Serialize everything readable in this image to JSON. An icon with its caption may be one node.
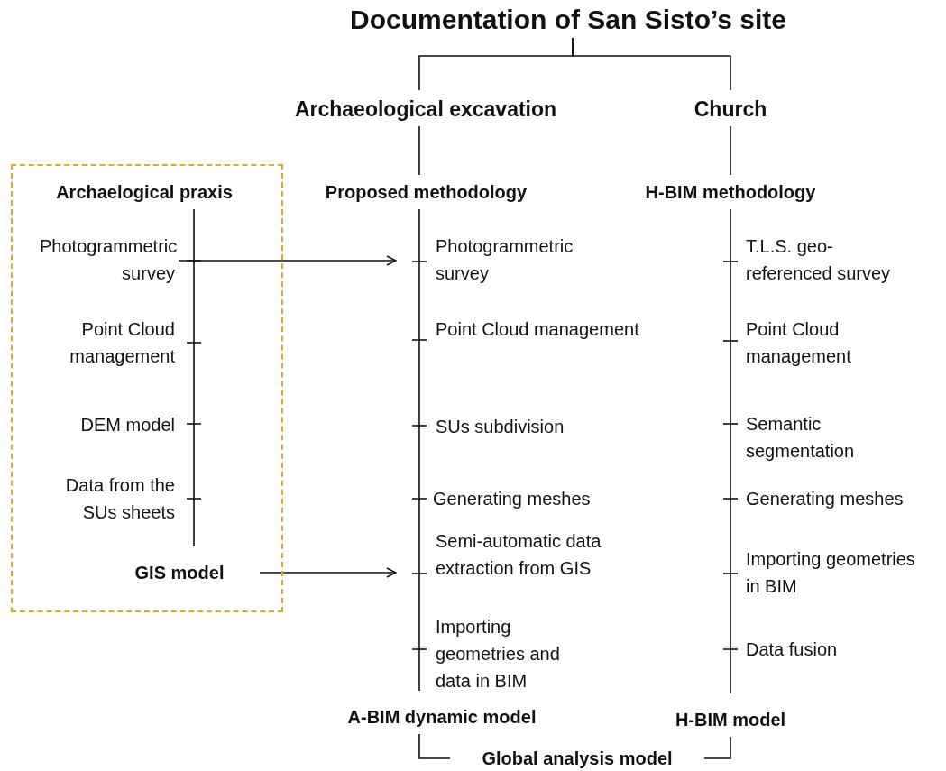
{
  "diagram": {
    "nodes": [
      {
        "text": [
          "Documentation of San Sisto’s site"
        ]
      },
      {
        "text": [
          "Archaeological excavation"
        ]
      },
      {
        "text": [
          "Church"
        ]
      },
      {
        "text": [],
        "shape": "box"
      },
      {
        "text": [
          "Archaelogical praxis"
        ],
        "in": 3
      },
      {
        "text": [
          "Proposed methodology"
        ]
      },
      {
        "text": [
          "H-BIM methodology"
        ]
      },
      {
        "text": [
          "Photogrammetric survey"
        ],
        "in": 3
      },
      {
        "text": [
          "Point Cloud management"
        ],
        "in": 3
      },
      {
        "text": [
          "DEM model"
        ],
        "in": 3
      },
      {
        "text": [
          "Data from the SUs sheets"
        ],
        "in": 3
      },
      {
        "text": [
          "GIS model"
        ],
        "in": 3
      },
      {
        "text": [
          "Photogrammetric survey"
        ]
      },
      {
        "text": [
          "Point Cloud management"
        ]
      },
      {
        "text": [
          "SUs subdivision"
        ]
      },
      {
        "text": [
          "Generating meshes"
        ]
      },
      {
        "text": [
          "Semi-automatic data extraction from GIS"
        ]
      },
      {
        "text": [
          "Importing geometries and data in BIM"
        ]
      },
      {
        "text": [
          "T.L.S. geo-referenced survey"
        ]
      },
      {
        "text": [
          "Point Cloud management"
        ]
      },
      {
        "text": [
          "Semantic segmentation"
        ]
      },
      {
        "text": [
          "Generating meshes"
        ]
      },
      {
        "text": [
          "Importing geometries in BIM"
        ]
      },
      {
        "text": [
          "Data fusion"
        ]
      },
      {
        "text": [
          "A-BIM dynamic model"
        ]
      },
      {
        "text": [
          "H-BIM model"
        ]
      },
      {
        "text": [
          "Global analysis model"
        ]
      }
    ],
    "edges": [
      {
        "from": 0,
        "to": 1,
        "arrow": "none"
      },
      {
        "from": 0,
        "to": 2,
        "arrow": "none"
      },
      {
        "from": 1,
        "to": 5,
        "arrow": "none"
      },
      {
        "from": 2,
        "to": 6,
        "arrow": "none"
      },
      {
        "from": 4,
        "to": 11,
        "arrow": "none"
      },
      {
        "from": 5,
        "to": 24,
        "arrow": "none"
      },
      {
        "from": 6,
        "to": 25,
        "arrow": "none"
      },
      {
        "from": 7,
        "to": 12,
        "arrow": "to"
      },
      {
        "from": 11,
        "to": 16,
        "arrow": "to"
      },
      {
        "from": 24,
        "to": 26,
        "arrow": "none"
      },
      {
        "from": 25,
        "to": 26,
        "arrow": "none"
      }
    ]
  }
}
